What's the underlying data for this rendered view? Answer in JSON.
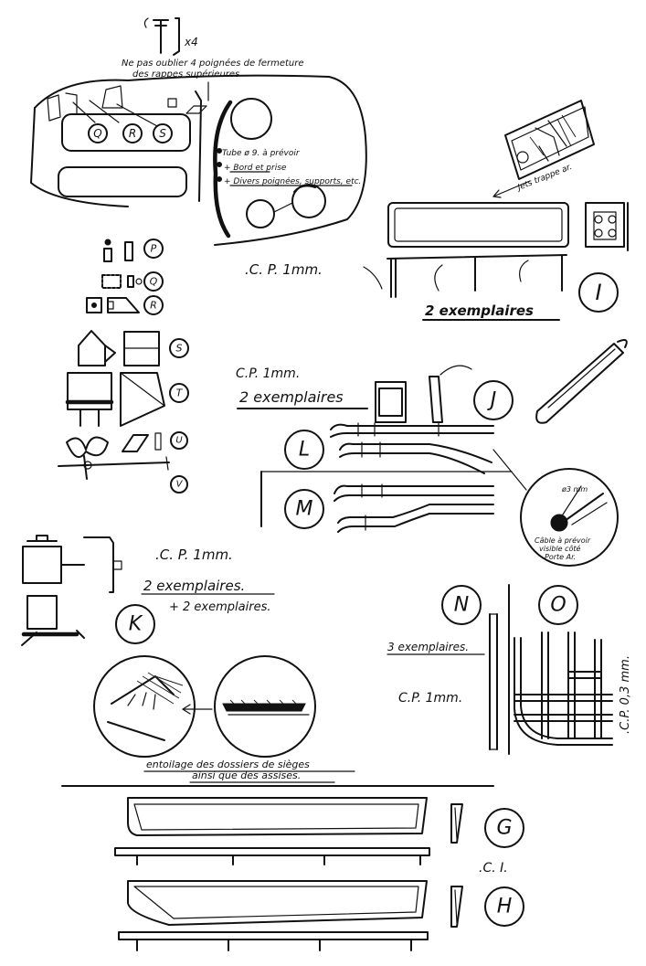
{
  "notes": {
    "x4": "x4",
    "reminder_line1": "Ne pas oublier 4 poignées de fermeture",
    "reminder_line2": "des rappes supérieures",
    "tube_line1": "Tube ø 9. à prévoir",
    "tube_line2": "+ Bord et prise",
    "tube_line3": "+ Divers poignées, supports, etc.",
    "jets_label": "Jets trappe ar.",
    "cable_dim": "ø3 mm",
    "cable_line1": "Câble à prévoir",
    "cable_line2": "visible côté",
    "cable_line3": "Porte Ar.",
    "seat_note_line1": "entoilage des dossiers de sièges",
    "seat_note_line2": "ainsi que des assises."
  },
  "specs": {
    "cp_1mm_top": ".C. P. 1mm.",
    "two_copies_I": "2 exemplaires",
    "cp_1mm_J": "C.P. 1mm.",
    "two_copies_J": "2 exemplaires",
    "cp_1mm_K": ".C. P. 1mm.",
    "two_copies_K": "2 exemplaires.",
    "plus_two_K": "+ 2 exemplaires.",
    "three_copies_N": "3 exemplaires.",
    "cp_1mm_N": "C.P. 1mm.",
    "cp_03mm_O": ".C.P. 0,3 mm.",
    "ci_G": ".C. I."
  },
  "markers": {
    "P": "P",
    "Q": "Q",
    "R": "R",
    "S": "S",
    "T": "T",
    "U": "U",
    "V": "V",
    "I": "I",
    "J": "J",
    "K": "K",
    "L": "L",
    "M": "M",
    "N": "N",
    "O": "O",
    "G": "G",
    "H": "H"
  }
}
